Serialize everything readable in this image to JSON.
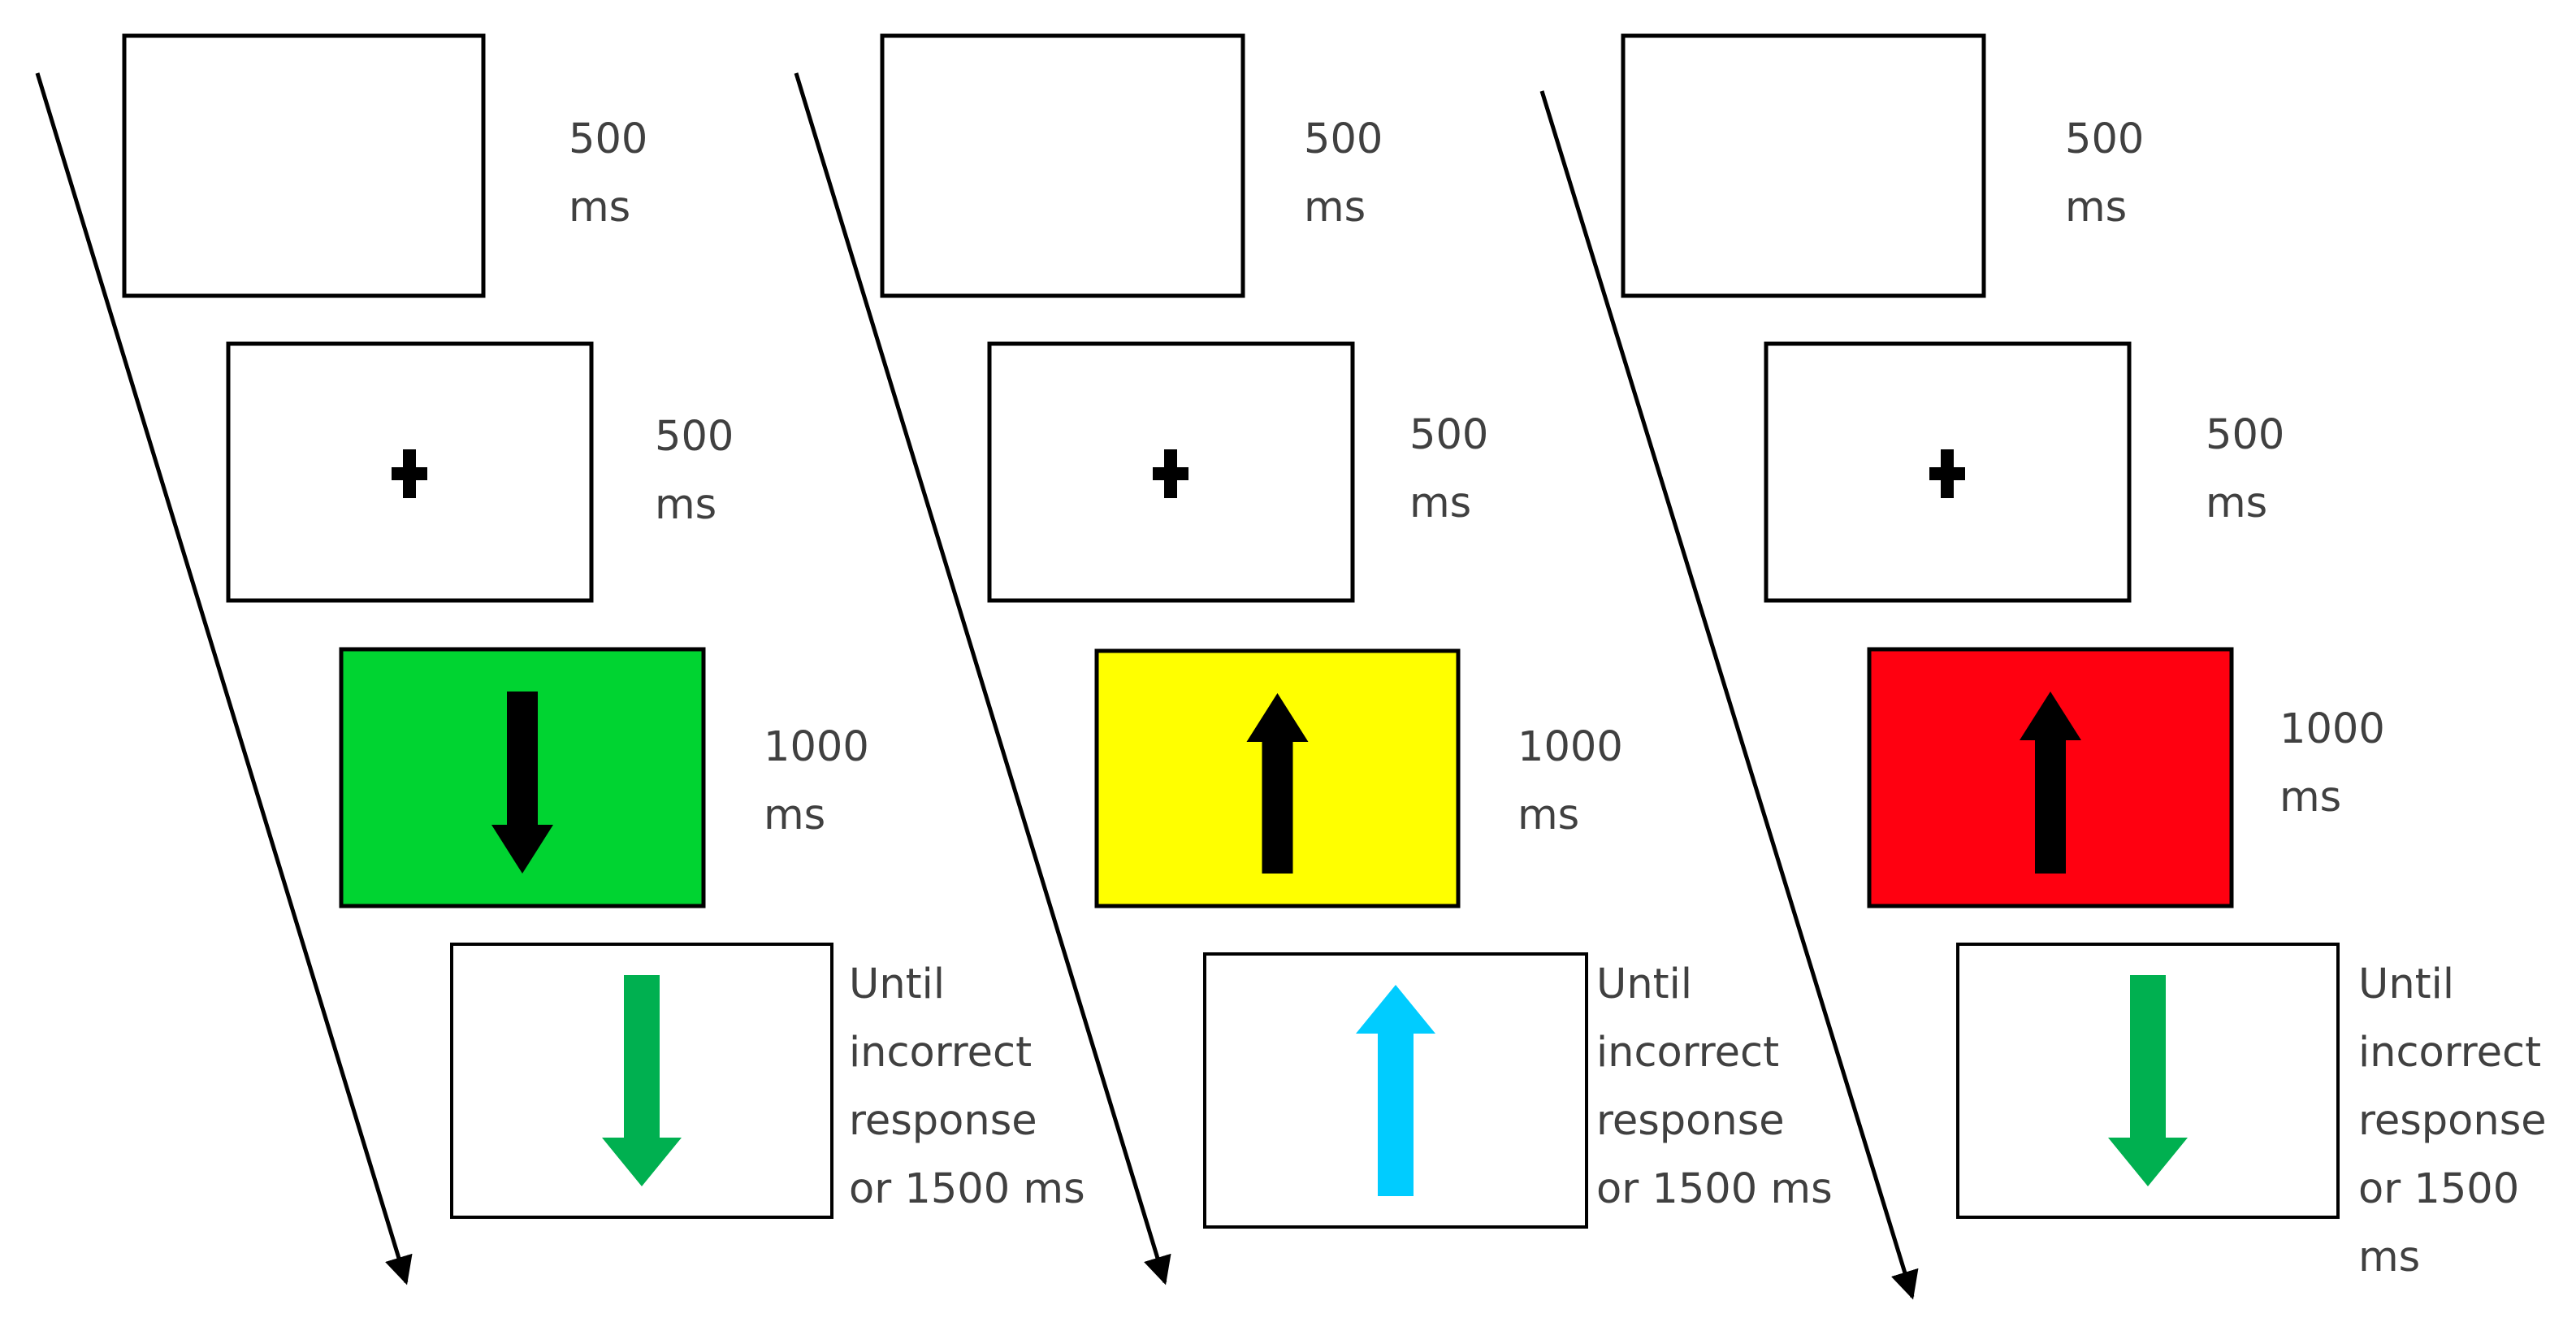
{
  "columns": [
    {
      "id": "left",
      "frames": [
        {
          "kind": "blank",
          "fill": "#ffffff",
          "duration": "500\nms"
        },
        {
          "kind": "fixation",
          "fill": "#ffffff",
          "duration": "500\nms"
        },
        {
          "kind": "cue",
          "fill": "#00d431",
          "arrow_direction": "down",
          "arrow_color": "#000000",
          "duration": "1000\nms"
        },
        {
          "kind": "target",
          "fill": "#ffffff",
          "arrow_direction": "down",
          "arrow_color": "#00b050",
          "duration": "Until\nincorrect\nresponse\nor 1500 ms"
        }
      ]
    },
    {
      "id": "middle",
      "frames": [
        {
          "kind": "blank",
          "fill": "#ffffff",
          "duration": "500\nms"
        },
        {
          "kind": "fixation",
          "fill": "#ffffff",
          "duration": "500\nms"
        },
        {
          "kind": "cue",
          "fill": "#ffff00",
          "arrow_direction": "up",
          "arrow_color": "#000000",
          "duration": "1000\nms"
        },
        {
          "kind": "target",
          "fill": "#ffffff",
          "arrow_direction": "up",
          "arrow_color": "#00ccff",
          "duration": "Until\nincorrect\nresponse\nor 1500 ms"
        }
      ]
    },
    {
      "id": "right",
      "frames": [
        {
          "kind": "blank",
          "fill": "#ffffff",
          "duration": "500\nms"
        },
        {
          "kind": "fixation",
          "fill": "#ffffff",
          "duration": "500\nms"
        },
        {
          "kind": "cue",
          "fill": "#ff0010",
          "arrow_direction": "up",
          "arrow_color": "#000000",
          "duration": "1000\nms"
        },
        {
          "kind": "target",
          "fill": "#ffffff",
          "arrow_direction": "down",
          "arrow_color": "#00b050",
          "duration": "Until\nincorrect\nresponse\nor 1500 ms"
        }
      ]
    }
  ],
  "fixation_symbol_color": "#000000",
  "time_arrow_color": "#000000"
}
